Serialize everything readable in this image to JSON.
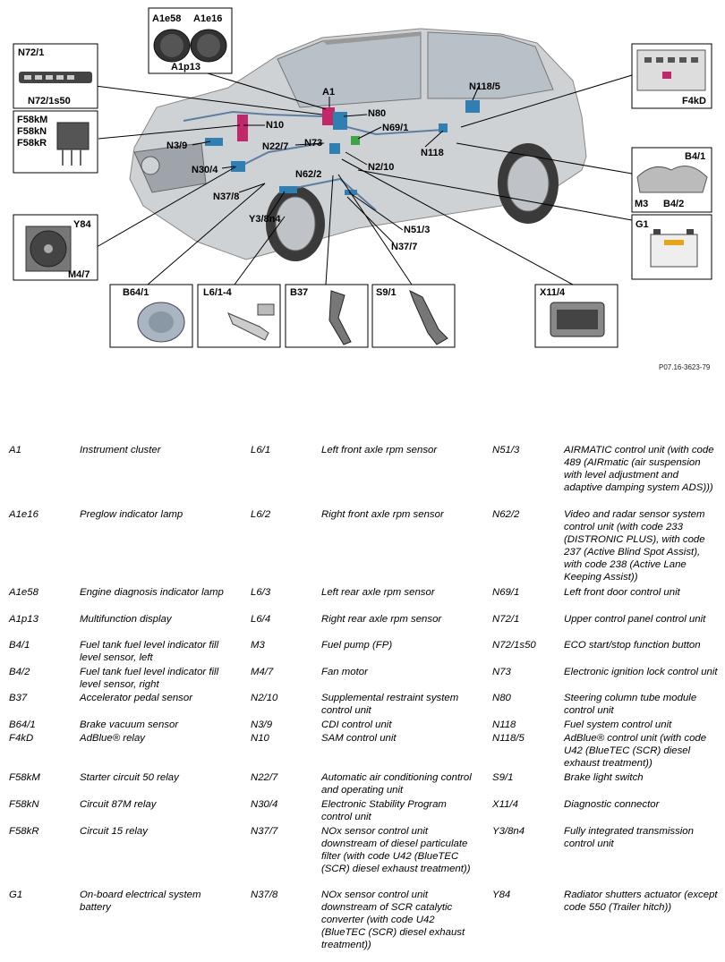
{
  "figure": {
    "reference_code": "P07.16-3623-79",
    "callouts": {
      "a1": "A1",
      "n80": "N80",
      "n10": "N10",
      "n39": "N3/9",
      "n227": "N22/7",
      "n73": "N73",
      "n691": "N69/1",
      "n118": "N118",
      "n1185": "N118/5",
      "n304": "N30/4",
      "n622": "N62/2",
      "n210": "N2/10",
      "n378": "N37/8",
      "y38n4": "Y3/8n4",
      "n513": "N51/3",
      "n377": "N37/7"
    },
    "boxes": {
      "cluster_a1e58": "A1e58",
      "cluster_a1e16": "A1e16",
      "cluster_a1p13": "A1p13",
      "panel_n721": "N72/1",
      "panel_n721s50": "N72/1s50",
      "relay_f58km": "F58kM",
      "relay_f58kn": "F58kN",
      "relay_f58kr": "F58kR",
      "fan_y84": "Y84",
      "fan_m47": "M4/7",
      "f4kd": "F4kD",
      "tank_b41": "B4/1",
      "tank_m3": "M3",
      "tank_b42": "B4/2",
      "battery_g1": "G1",
      "b641": "B64/1",
      "l61_4": "L6/1-4",
      "b37": "B37",
      "s91": "S9/1",
      "x114": "X11/4"
    }
  },
  "legend": [
    {
      "c1": "A1",
      "d1": "Instrument cluster",
      "c2": "L6/1",
      "d2": "Left front axle rpm sensor",
      "c3": "N51/3",
      "d3": "AIRMATIC control unit (with code 489 (AIRmatic (air suspension with level adjustment and adaptive damping system ADS)))"
    },
    {
      "c1": "A1e16",
      "d1": "Preglow indicator lamp",
      "c2": "L6/2",
      "d2": "Right front axle rpm sensor",
      "c3": "N62/2",
      "d3": "Video and radar sensor system control unit (with code 233 (DISTRONIC PLUS), with code 237 (Active Blind Spot Assist), with code 238 (Active Lane Keeping Assist))"
    },
    {
      "c1": "A1e58",
      "d1": "Engine diagnosis indicator lamp",
      "c2": "L6/3",
      "d2": "Left rear axle rpm sensor",
      "c3": "N69/1",
      "d3": "Left front door control unit"
    },
    {
      "c1": "A1p13",
      "d1": "Multifunction display",
      "c2": "L6/4",
      "d2": "Right rear axle rpm sensor",
      "c3": "N72/1",
      "d3": "Upper control panel control unit"
    },
    {
      "c1": "B4/1",
      "d1": "Fuel tank fuel level indicator fill level sensor, left",
      "c2": "M3",
      "d2": "Fuel pump (FP)",
      "c3": "N72/1s50",
      "d3": "ECO start/stop function button"
    },
    {
      "c1": "B4/2",
      "d1": "Fuel tank fuel level indicator fill level sensor, right",
      "c2": "M4/7",
      "d2": "Fan motor",
      "c3": "N73",
      "d3": "Electronic ignition lock control unit"
    },
    {
      "c1": "B37",
      "d1": "Accelerator pedal sensor",
      "c2": "N2/10",
      "d2": "Supplemental restraint system control unit",
      "c3": "N80",
      "d3": "Steering column tube module control unit"
    },
    {
      "c1": "B64/1",
      "d1": "Brake vacuum sensor",
      "c2": "N3/9",
      "d2": "CDI control unit",
      "c3": "N118",
      "d3": "Fuel system control unit"
    },
    {
      "c1": "F4kD",
      "d1": "AdBlue® relay",
      "c2": "N10",
      "d2": "SAM control unit",
      "c3": "N118/5",
      "d3": "AdBlue® control unit (with code U42 (BlueTEC (SCR) diesel exhaust treatment))"
    },
    {
      "c1": "F58kM",
      "d1": "Starter circuit 50 relay",
      "c2": "N22/7",
      "d2": "Automatic air conditioning control and operating unit",
      "c3": "S9/1",
      "d3": "Brake light switch"
    },
    {
      "c1": "F58kN",
      "d1": "Circuit 87M relay",
      "c2": "N30/4",
      "d2": "Electronic Stability Program control unit",
      "c3": "X11/4",
      "d3": "Diagnostic connector"
    },
    {
      "c1": "F58kR",
      "d1": "Circuit 15 relay",
      "c2": "N37/7",
      "d2": "NOx sensor control unit downstream of diesel particulate filter (with code U42 (BlueTEC (SCR) diesel exhaust treatment))",
      "c3": "Y3/8n4",
      "d3": "Fully integrated transmission control unit"
    },
    {
      "c1": "G1",
      "d1": "On-board electrical system battery",
      "c2": "N37/8",
      "d2": "NOx sensor control unit downstream of SCR catalytic converter (with code U42 (BlueTEC (SCR) diesel exhaust treatment))",
      "c3": "Y84",
      "d3": "Radiator shutters actuator (except code 550 (Trailer hitch))"
    }
  ]
}
